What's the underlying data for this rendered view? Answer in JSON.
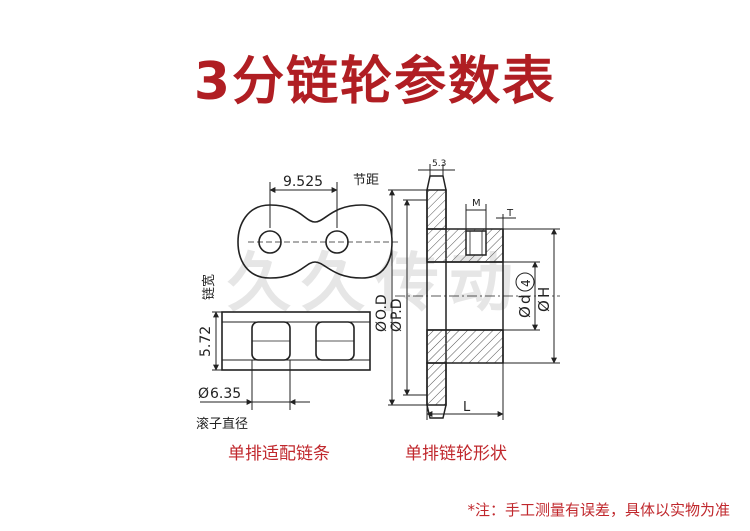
{
  "title": "3分链轮参数表",
  "chain": {
    "pitch_value": "9.525",
    "pitch_label": "节距",
    "width_value": "5.72",
    "width_label": "链宽",
    "roller_value": "6.35",
    "roller_label": "滚子直径",
    "caption": "单排适配链条"
  },
  "sprocket": {
    "thickness_value": "5.3",
    "M_label": "M",
    "T_label": "T",
    "OD_label": "O.D",
    "PD_label": "P.D",
    "d_label": "d",
    "circle_number": "4",
    "H_label": "H",
    "L_label": "L",
    "caption": "单排链轮形状"
  },
  "watermark": "久久传动",
  "note": "*注：手工测量有误差，具体以实物为准",
  "colors": {
    "accent": "#b01e23",
    "line": "#222222",
    "hatch": "#444444"
  }
}
